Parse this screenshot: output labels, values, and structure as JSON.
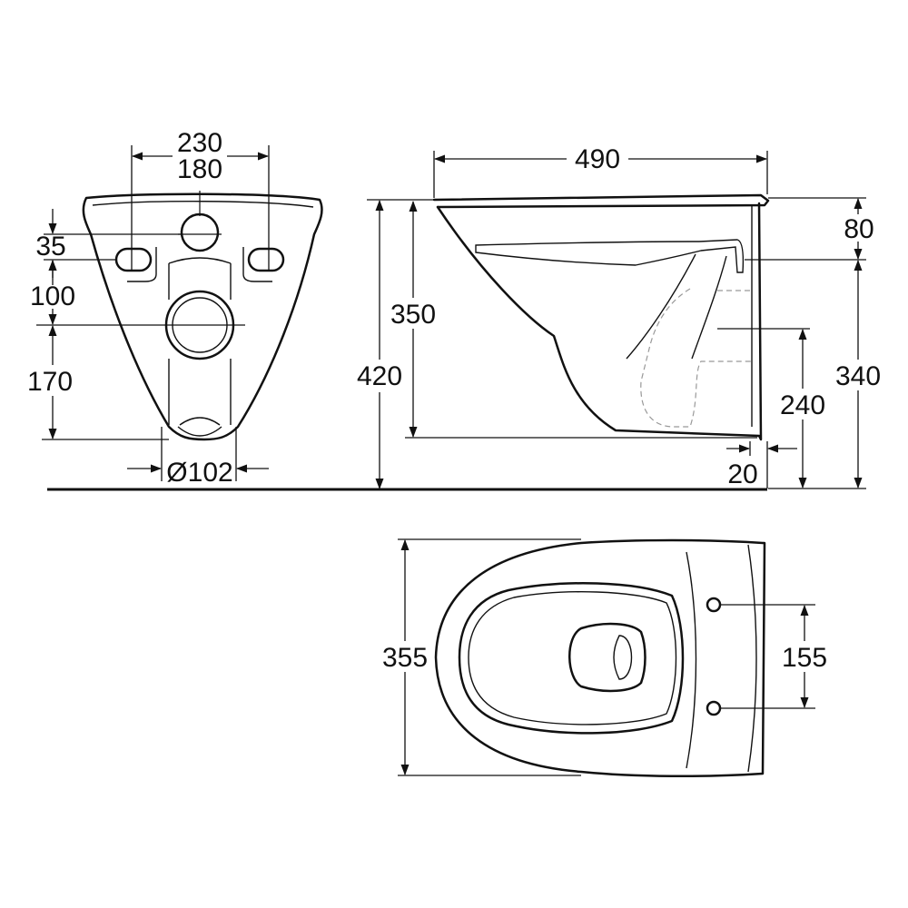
{
  "front_view": {
    "width_outer": "230",
    "width_inner": "180",
    "height_top": "35",
    "height_mid": "100",
    "height_bottom": "170",
    "outlet_diameter": "Ø102"
  },
  "side_view": {
    "length": "490",
    "height_total": "420",
    "height_bowl": "350",
    "rim_depth": "80",
    "height_right": "340",
    "outlet_height": "240",
    "back_offset": "20"
  },
  "top_view": {
    "width": "355",
    "hole_spacing": "155"
  }
}
